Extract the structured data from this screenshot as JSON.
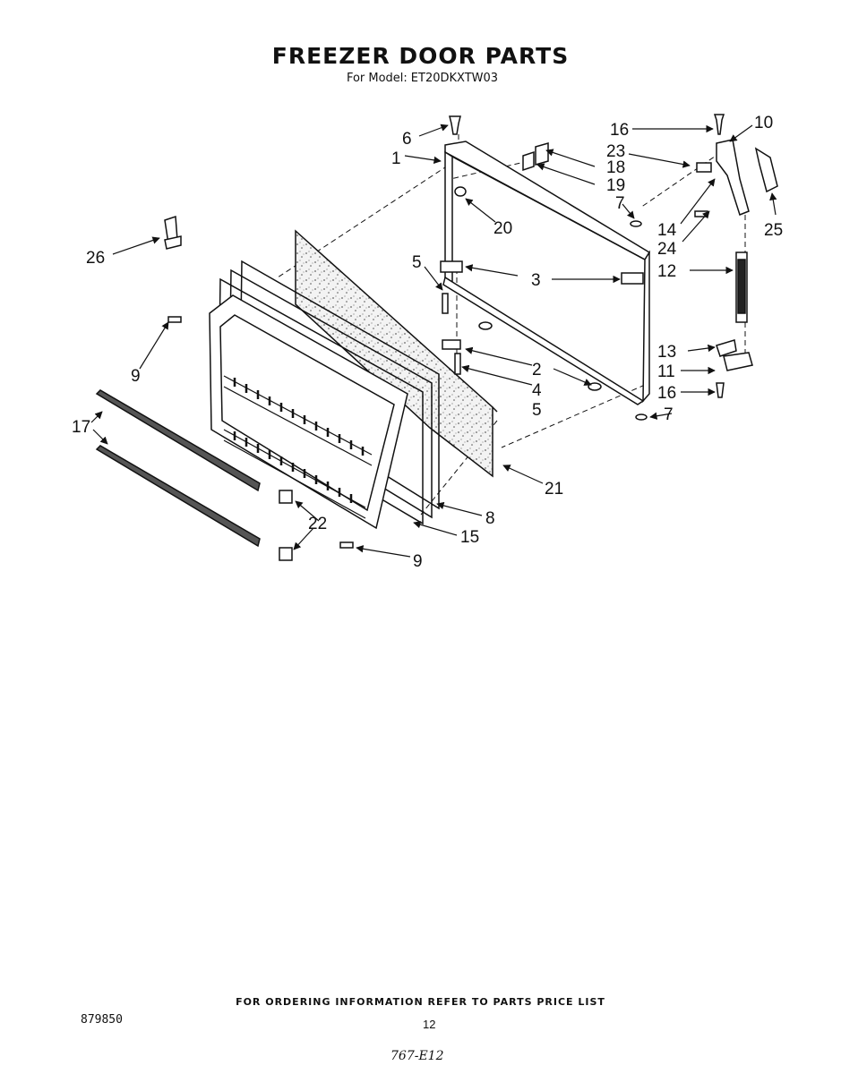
{
  "header": {
    "title": "FREEZER DOOR PARTS",
    "model_prefix": "For Model:",
    "model": "ET20DKXTW03"
  },
  "callouts": [
    "6",
    "1",
    "16",
    "10",
    "23",
    "18",
    "19",
    "7",
    "20",
    "14",
    "24",
    "25",
    "26",
    "5",
    "3",
    "12",
    "9",
    "2",
    "13",
    "11",
    "4",
    "5",
    "16",
    "7",
    "17",
    "21",
    "22",
    "8",
    "15",
    "9"
  ],
  "footer": {
    "ordering_note": "FOR ORDERING INFORMATION REFER TO PARTS PRICE LIST",
    "doc_number": "879850",
    "page_number": "12",
    "handwritten": "767-E12"
  }
}
